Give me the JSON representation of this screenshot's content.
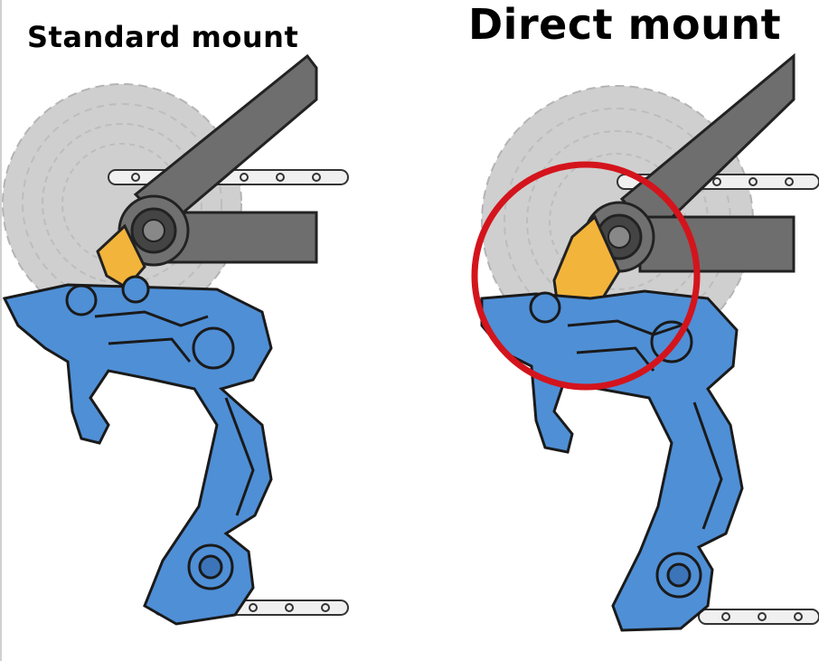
{
  "panels": [
    {
      "id": "standard",
      "title": "Standard mount",
      "highlighted": false
    },
    {
      "id": "direct",
      "title": "Direct mount",
      "highlighted": true
    }
  ],
  "colors": {
    "cassette": "#c8c8c8",
    "frame": "#6e6e6e",
    "hanger": "#f2b43a",
    "derailleur": "#4f8fd6",
    "outline": "#222222",
    "highlight_circle": "#d4141c"
  },
  "icons": {
    "cassette": "cassette-cog-icon",
    "chain": "chain-icon",
    "hanger": "derailleur-hanger-icon",
    "derailleur": "rear-derailleur-icon"
  }
}
